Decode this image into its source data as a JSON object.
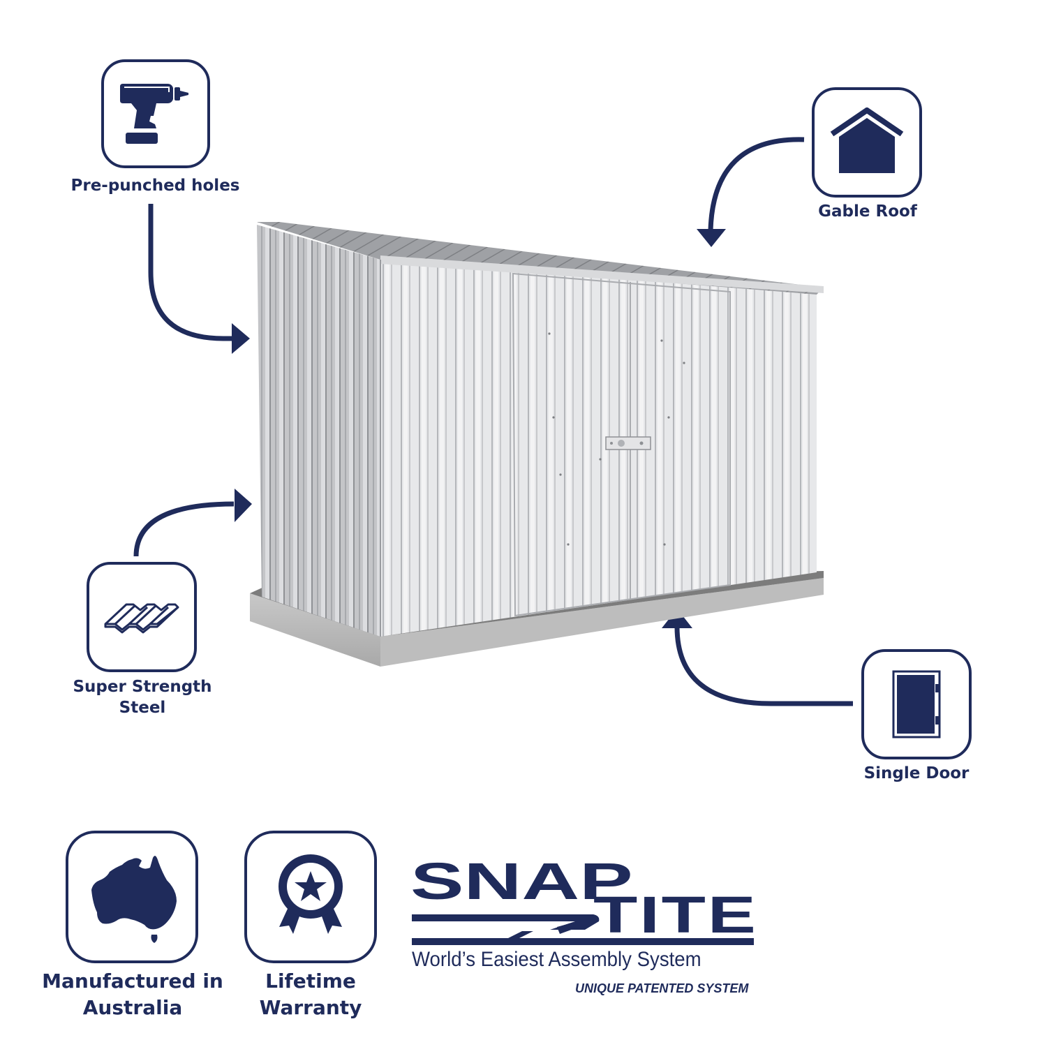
{
  "colors": {
    "navy": "#1f2b5b",
    "steel_light": "#e6e7e9",
    "steel_mid": "#c9cacd",
    "steel_dark": "#a4a6aa",
    "concrete": "#b9b9b9",
    "background": "#ffffff"
  },
  "features": [
    {
      "id": "pre-punched-holes",
      "label": "Pre-punched holes",
      "icon": "drill-icon"
    },
    {
      "id": "gable-roof",
      "label": "Gable Roof",
      "icon": "house-icon"
    },
    {
      "id": "super-strength-steel",
      "label_line1": "Super Strength",
      "label_line2": "Steel",
      "icon": "corrugated-steel-icon"
    },
    {
      "id": "single-door",
      "label": "Single Door",
      "icon": "door-icon"
    }
  ],
  "badges": [
    {
      "id": "manufactured-in-australia",
      "label_line1": "Manufactured in",
      "label_line2": "Australia",
      "icon": "australia-map-icon"
    },
    {
      "id": "lifetime-warranty",
      "label_line1": "Lifetime",
      "label_line2": "Warranty",
      "icon": "award-ribbon-icon"
    }
  ],
  "logo": {
    "word1": "SNAP",
    "word2": "TITE",
    "tagline": "World’s Easiest Assembly System",
    "subtagline": "UNIQUE PATENTED SYSTEM"
  },
  "product": {
    "name": "steel-garden-shed",
    "icon": "shed-image"
  }
}
